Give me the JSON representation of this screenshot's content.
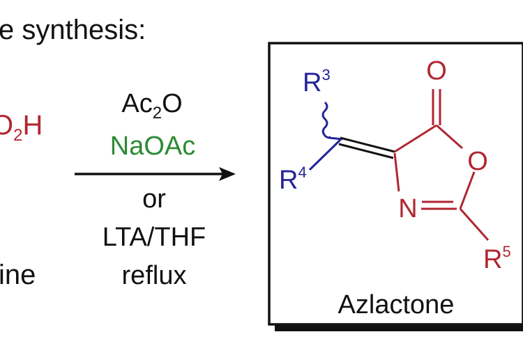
{
  "heading": {
    "text": "e synthesis:"
  },
  "reactant": {
    "group_prefix": "O",
    "group_sub": "2",
    "group_suffix": "H",
    "name_fragment": "ine"
  },
  "conditions": {
    "reagent1_main": "Ac",
    "reagent1_sub": "2",
    "reagent1_end": "O",
    "reagent2": "NaOAc",
    "alt_word": "or",
    "alt_reagent": "LTA/THF",
    "alt_condition": "reflux"
  },
  "product": {
    "name": "Azlactone",
    "r3_letter": "R",
    "r3_sup": "3",
    "r4_letter": "R",
    "r4_sup": "4",
    "r5_letter": "R",
    "r5_sup": "5",
    "atom_carbonyl_o": "O",
    "atom_ring_o": "O",
    "atom_ring_n": "N"
  },
  "colors": {
    "red": "#b02631",
    "green": "#2c8a33",
    "blue": "#23239a",
    "black": "#111111"
  }
}
